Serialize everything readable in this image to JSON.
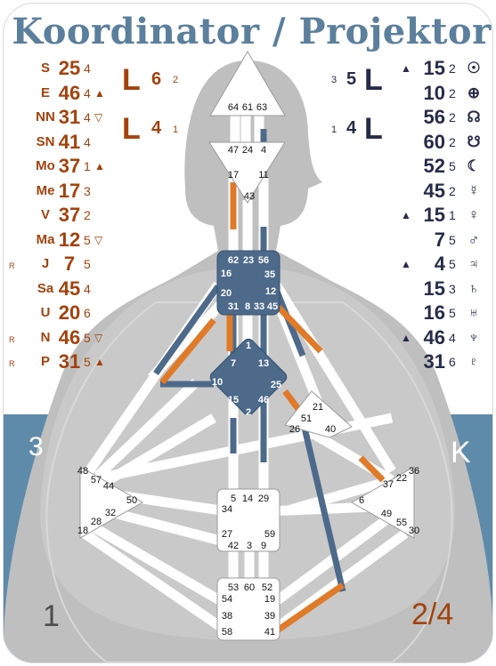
{
  "title": "Koordinator / Projektor",
  "colors": {
    "design": "#e07a28",
    "personality": "#4d6a8b",
    "title": "#5b7f9c",
    "design_text": "#a3420c",
    "personality_text": "#262b4a"
  },
  "design_column": [
    {
      "prefix": "",
      "symbol": "S",
      "gate": "25",
      "line": "4",
      "arrow": ""
    },
    {
      "prefix": "",
      "symbol": "E",
      "gate": "46",
      "line": "4",
      "arrow": "▲"
    },
    {
      "prefix": "",
      "symbol": "NN",
      "gate": "31",
      "line": "4",
      "arrow": "▽"
    },
    {
      "prefix": "",
      "symbol": "SN",
      "gate": "41",
      "line": "4",
      "arrow": ""
    },
    {
      "prefix": "",
      "symbol": "Mo",
      "gate": "37",
      "line": "1",
      "arrow": "▲"
    },
    {
      "prefix": "",
      "symbol": "Me",
      "gate": "17",
      "line": "3",
      "arrow": ""
    },
    {
      "prefix": "",
      "symbol": "V",
      "gate": "37",
      "line": "2",
      "arrow": ""
    },
    {
      "prefix": "",
      "symbol": "Ma",
      "gate": "12",
      "line": "5",
      "arrow": "▽"
    },
    {
      "prefix": "R",
      "symbol": "J",
      "gate": "7",
      "line": "5",
      "arrow": ""
    },
    {
      "prefix": "",
      "symbol": "Sa",
      "gate": "45",
      "line": "4",
      "arrow": ""
    },
    {
      "prefix": "",
      "symbol": "U",
      "gate": "20",
      "line": "6",
      "arrow": ""
    },
    {
      "prefix": "R",
      "symbol": "N",
      "gate": "46",
      "line": "5",
      "arrow": "▽"
    },
    {
      "prefix": "R",
      "symbol": "P",
      "gate": "31",
      "line": "5",
      "arrow": "▲"
    }
  ],
  "personality_column": [
    {
      "arrow": "▲",
      "gate": "15",
      "line": "2",
      "symbol": "☉"
    },
    {
      "arrow": "",
      "gate": "10",
      "line": "2",
      "symbol": "⊕"
    },
    {
      "arrow": "",
      "gate": "56",
      "line": "2",
      "symbol": "☊"
    },
    {
      "arrow": "",
      "gate": "60",
      "line": "2",
      "symbol": "☋"
    },
    {
      "arrow": "",
      "gate": "52",
      "line": "5",
      "symbol": "☾"
    },
    {
      "arrow": "",
      "gate": "45",
      "line": "2",
      "symbol": "☿"
    },
    {
      "arrow": "▲",
      "gate": "15",
      "line": "1",
      "symbol": "♀"
    },
    {
      "arrow": "",
      "gate": "7",
      "line": "5",
      "symbol": "♂"
    },
    {
      "arrow": "▲",
      "gate": "4",
      "line": "5",
      "symbol": "♃"
    },
    {
      "arrow": "",
      "gate": "15",
      "line": "3",
      "symbol": "♄"
    },
    {
      "arrow": "",
      "gate": "16",
      "line": "5",
      "symbol": "♅"
    },
    {
      "arrow": "▲",
      "gate": "46",
      "line": "4",
      "symbol": "♆"
    },
    {
      "arrow": "",
      "gate": "31",
      "line": "6",
      "symbol": "♇"
    }
  ],
  "variables": {
    "design_top": {
      "letter": "L",
      "number": "6",
      "small": "2"
    },
    "design_bottom": {
      "letter": "L",
      "number": "4",
      "small": "1"
    },
    "pers_top": {
      "small": "3",
      "number": "5",
      "letter": "L"
    },
    "pers_bottom": {
      "small": "1",
      "number": "4",
      "letter": "L"
    }
  },
  "corners": {
    "left_mid": "3",
    "right_mid": "K",
    "bottom_left": "1",
    "bottom_right": "2/4"
  },
  "center_gates": {
    "head": [
      "64",
      "61",
      "63"
    ],
    "ajna": [
      "47",
      "24",
      "4",
      "17",
      "43",
      "11"
    ],
    "throat": [
      "62",
      "23",
      "56",
      "16",
      "35",
      "20",
      "31",
      "8",
      "33",
      "45",
      "12"
    ],
    "g": [
      "1",
      "7",
      "13",
      "10",
      "25",
      "15",
      "46",
      "2"
    ],
    "ego": [
      "21",
      "51",
      "26",
      "40"
    ],
    "spleen": [
      "48",
      "57",
      "44",
      "50",
      "32",
      "28",
      "18"
    ],
    "sacral": [
      "5",
      "14",
      "29",
      "34",
      "27",
      "59",
      "42",
      "3",
      "9"
    ],
    "solar": [
      "36",
      "22",
      "37",
      "6",
      "49",
      "55",
      "30"
    ],
    "root": [
      "53",
      "60",
      "52",
      "54",
      "19",
      "38",
      "39",
      "58",
      "41"
    ]
  }
}
